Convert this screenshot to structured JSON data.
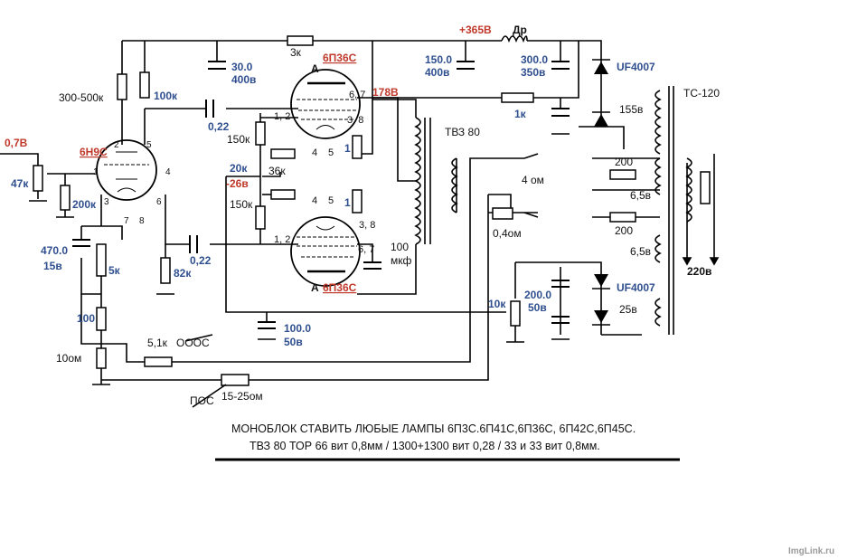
{
  "colors": {
    "label_blue": "#2f4f8f",
    "label_red": "#c0392b",
    "ink": "#000000"
  },
  "labels": {
    "v_plus": "+365В",
    "choke": "Др",
    "r3k": "3к",
    "c30": "30.0",
    "c30v": "400в",
    "c150": "150.0",
    "c150v": "400в",
    "c300": "300.0",
    "c300v": "350в",
    "uf_top": "UF4007",
    "ts": "ТС-120",
    "v155": "155в",
    "r300_500": "300-500к",
    "r100k": "100к",
    "anode_top": "А",
    "tube_top": "6П36С",
    "pin67_top": "6, 7",
    "v178": "178В",
    "r1k": "1к",
    "c022a": "0,22",
    "p12a": "1, 2",
    "r150k_a": "150к",
    "p38a": "3, 8",
    "tvz": "ТВЗ 80",
    "v07": "0,7В",
    "tube_in": "6Н9С",
    "r47k": "47к",
    "r200k": "200к",
    "r20k": "20к",
    "r36k": "36к",
    "v26": "-26в",
    "r150k_b": "150к",
    "p38b": "3, 8",
    "ohm4": "4 ом",
    "ohm04": "0,4ом",
    "r200_a": "200",
    "v65_a": "6,5в",
    "r200_b": "200",
    "v65_b": "6,5в",
    "v220": "220в",
    "c470": "470.0",
    "c470v": "15в",
    "r5k": "5к",
    "c022b": "0,22",
    "r82k": "82к",
    "p12b": "1, 2",
    "pin67_bot": "6, 7",
    "c100mkf": "100",
    "mkf": "мкф",
    "anode_bot": "А",
    "tube_bot": "6П36С",
    "uf_bot": "UF4007",
    "c200": "200.0",
    "c200v": "50в",
    "r10k": "10к",
    "v25": "25в",
    "r100": "100",
    "c100": "100.0",
    "c100v": "50в",
    "r10ohm": "10ом",
    "r51k": "5,1к",
    "oos": "ОООС",
    "pos": "ПОС",
    "r1525": "15-25ом",
    "one": "1",
    "one_b": "1",
    "four_a": "4",
    "five_a": "5",
    "four_b": "4",
    "five_b": "5",
    "pin1": "1",
    "pin2": "2",
    "pin3": "3",
    "pin4": "4",
    "pin5": "5",
    "pin6": "6",
    "pin7": "7",
    "pin8": "8"
  },
  "notes": {
    "line1": "МОНОБЛОК СТАВИТЬ ЛЮБЫЕ  ЛАМПЫ 6П3С.6П41С,6П36С, 6П42С,6П45С.",
    "line2": "ТВЗ 80 ТОР 66 вит 0,8мм / 1300+1300 вит 0,28 / 33 и 33 вит 0,8мм."
  },
  "watermark": "ImgLink.ru"
}
